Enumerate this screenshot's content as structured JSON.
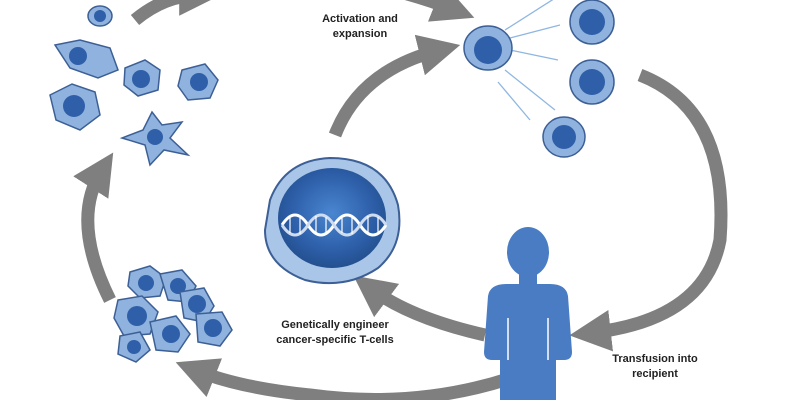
{
  "labels": {
    "activation": {
      "line1": "Activation and",
      "line2": "expansion"
    },
    "engineer": {
      "line1": "Genetically engineer",
      "line2": "cancer-specific T-cells"
    },
    "transfusion": {
      "line1": "Transfusion into",
      "line2": "recipient"
    }
  },
  "colors": {
    "arrow": "#7f7f7f",
    "cell_fill": "#8fb3de",
    "cell_stroke": "#3c5f95",
    "nucleus": "#2f5fa8",
    "person": "#4a7cc4",
    "ray": "#8fb6e2"
  },
  "icons": {
    "cell": "cell-icon",
    "dna": "dna-icon",
    "person": "person-icon"
  }
}
